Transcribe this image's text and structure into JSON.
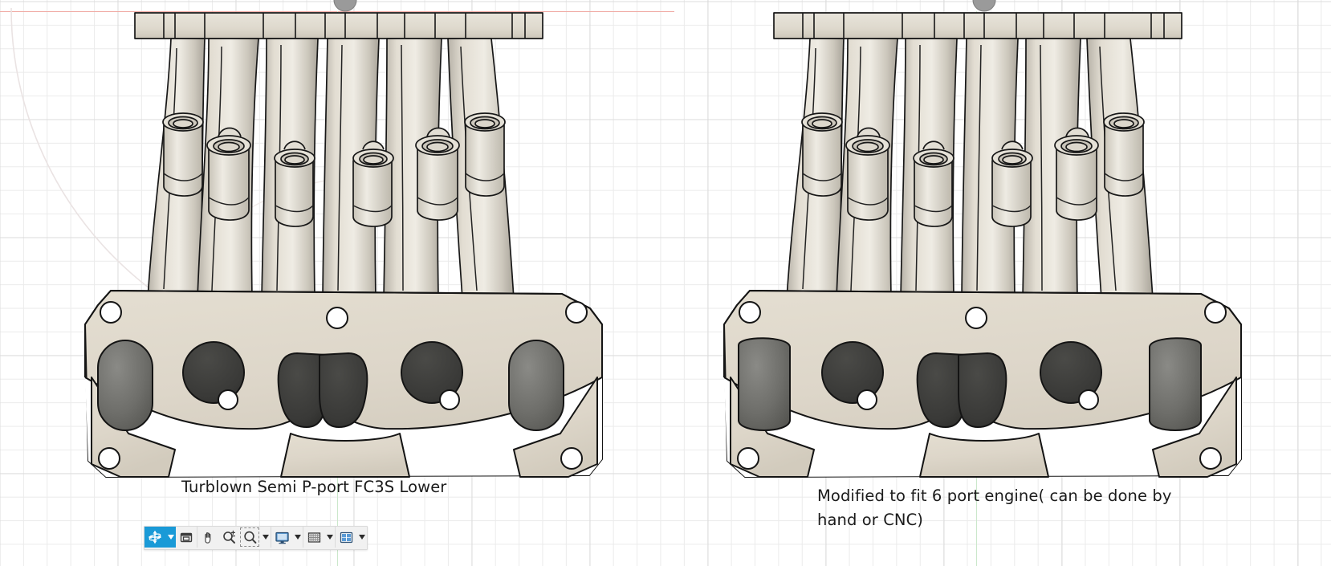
{
  "app": {
    "viewport_background": "#ffffff",
    "grid_minor_color": "#ebebeb",
    "grid_major_color": "#dcdcdc",
    "x_axis_color": "#f0a9a3",
    "y_axis_color": "#9fd89f",
    "body_color": "#ddd6c9",
    "body_edge_color": "#1c1c1c",
    "port_bore_color": "#6e6e6e",
    "runner_color": "#d6d1c6",
    "accent_color": "#1a9ad7"
  },
  "captions": {
    "left": "Turblown Semi P-port FC3S Lower",
    "right": "Modified to fit 6 port engine( can be done by\nhand or CNC)"
  },
  "models": [
    {
      "id": "left-manifold",
      "name": "Turblown Semi P-port FC3S Lower",
      "runner_count": 6,
      "flange_bolt_holes": 7
    },
    {
      "id": "right-manifold",
      "name": "Modified to fit 6 port engine",
      "runner_count": 6,
      "flange_bolt_holes": 7
    }
  ],
  "toolbar": {
    "name": "navigation-toolbar",
    "items": [
      {
        "key": "orbit",
        "icon": "orbit-icon",
        "label": "Orbit",
        "active": true,
        "has_caret": true
      },
      {
        "key": "look-at",
        "icon": "look-at-icon",
        "label": "Look At",
        "active": false,
        "has_caret": false
      },
      {
        "key": "pan",
        "icon": "pan-hand-icon",
        "label": "Pan",
        "active": false,
        "has_caret": false
      },
      {
        "key": "zoom",
        "icon": "zoom-icon",
        "label": "Zoom",
        "active": false,
        "has_caret": false
      },
      {
        "key": "zoom-window",
        "icon": "zoom-window-icon",
        "label": "Zoom Window",
        "active": false,
        "has_caret": true
      },
      {
        "key": "display",
        "icon": "display-icon",
        "label": "Display Settings",
        "active": false,
        "has_caret": true
      },
      {
        "key": "grid-snaps",
        "icon": "grid-icon",
        "label": "Grid and Snaps",
        "active": false,
        "has_caret": true
      },
      {
        "key": "viewports",
        "icon": "viewports-icon",
        "label": "Viewports",
        "active": false,
        "has_caret": true
      }
    ]
  }
}
